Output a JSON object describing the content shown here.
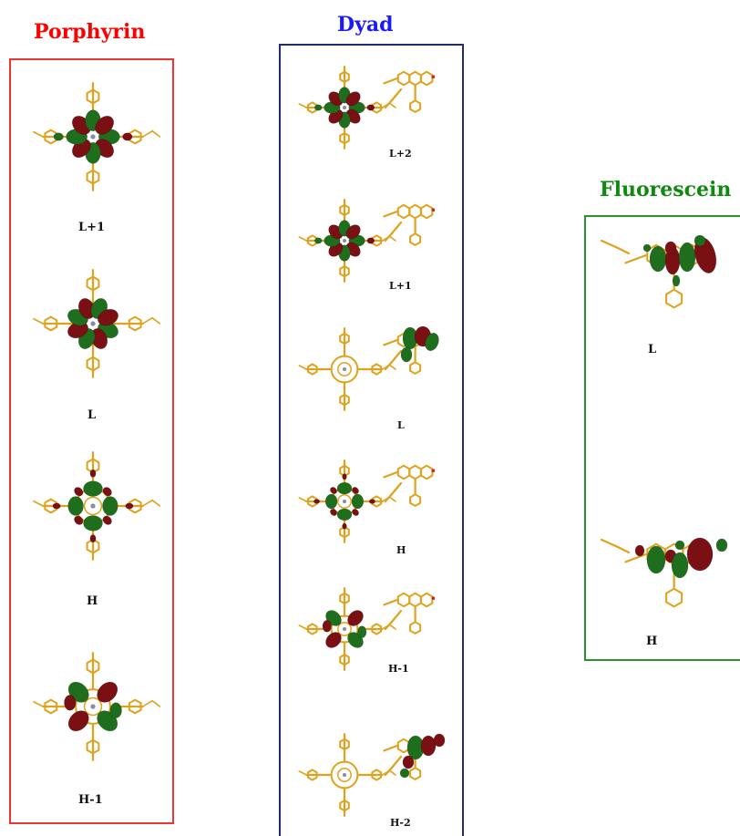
{
  "titles": {
    "porphyrin": "Porphyrin",
    "dyad": "Dyad",
    "fluorescein": "Fluorescein"
  },
  "porphyrin": {
    "labels": [
      "L+1",
      "L",
      "H",
      "H-1"
    ]
  },
  "dyad": {
    "labels": [
      "L+2",
      "L+1",
      "L",
      "H",
      "H-1",
      "H-2"
    ]
  },
  "fluorescein": {
    "labels": [
      "L",
      "H"
    ]
  },
  "colors": {
    "porphyrin": "#ff0000",
    "dyad": "#1a1aff",
    "dyad_border": "#1f2f6e",
    "fluorescein": "#0f8a0f",
    "orbital_red": "#7a0f14",
    "orbital_green": "#1e6e1e",
    "bonds": "#e0a21c"
  }
}
